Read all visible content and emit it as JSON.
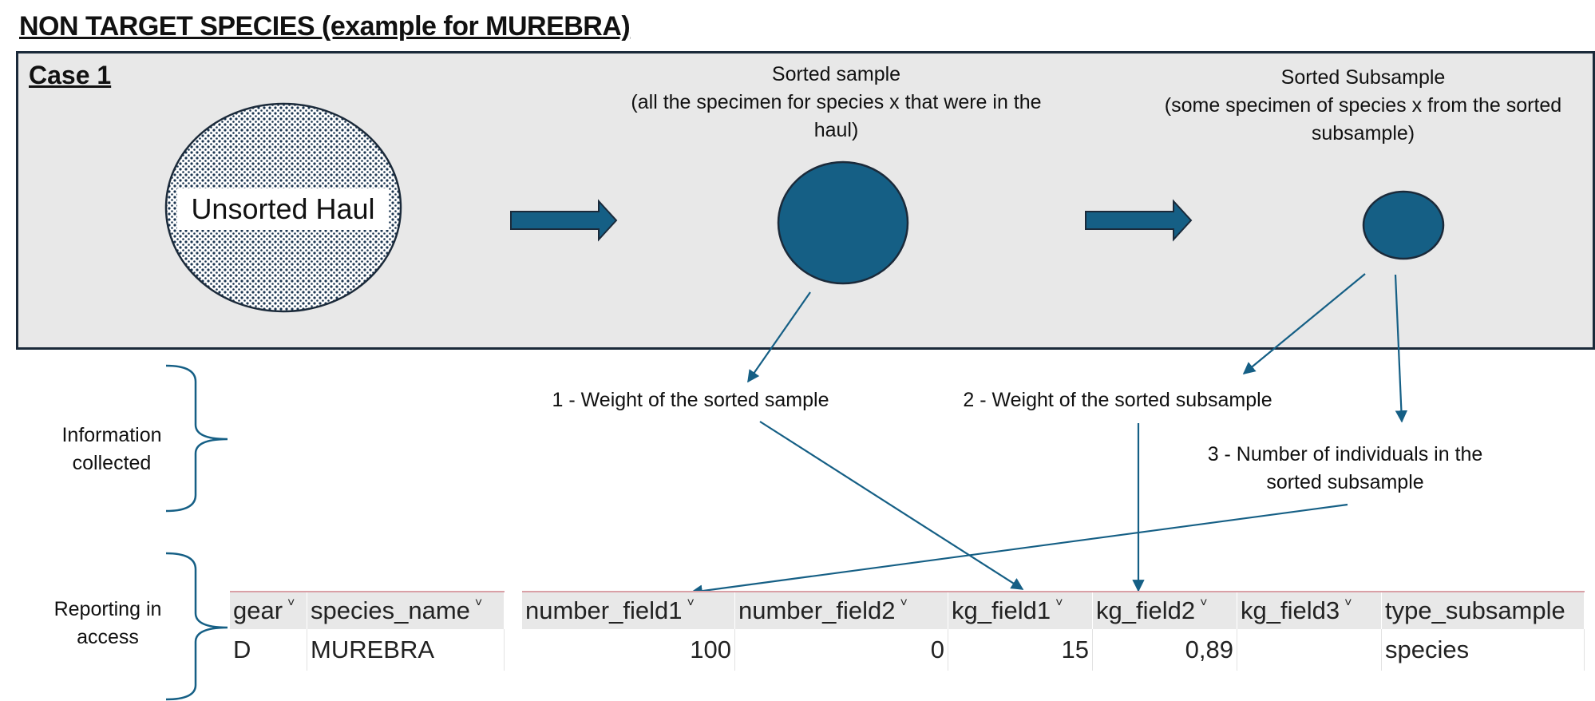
{
  "title": "NON TARGET SPECIES (example for MUREBRA)",
  "case_label": "Case 1",
  "haul": {
    "label": "Unsorted Haul"
  },
  "sorted_sample": {
    "title": "Sorted sample",
    "description": "(all the specimen for species x that were in the haul)"
  },
  "sorted_subsample": {
    "title": "Sorted Subsample",
    "description": "(some specimen of species x from the sorted subsample)"
  },
  "side_labels": {
    "information": "Information collected",
    "reporting": "Reporting in access"
  },
  "info_items": [
    "1 - Weight of the sorted sample",
    "2 - Weight of the sorted subsample",
    "3 - Number of individuals in the sorted subsample"
  ],
  "tables": {
    "left": {
      "columns": [
        "gear",
        "species_name"
      ],
      "rows": [
        [
          "D",
          "MUREBRA"
        ]
      ]
    },
    "right": {
      "columns": [
        "number_field1",
        "number_field2",
        "kg_field1",
        "kg_field2",
        "kg_field3",
        "type_subsample"
      ],
      "rows": [
        [
          "100",
          "0",
          "15",
          "0,89",
          "",
          "species"
        ]
      ]
    }
  },
  "colors": {
    "accent": "#155f85",
    "outline": "#1b2a3a",
    "box_fill": "#e8e8e8"
  }
}
